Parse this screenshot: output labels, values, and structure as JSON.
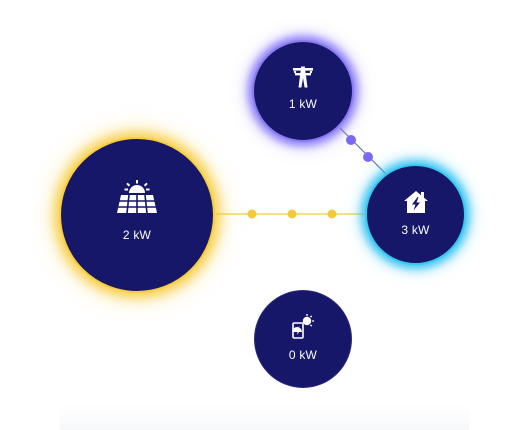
{
  "flow": {
    "solar": {
      "value": "2 kW",
      "icon": "solar-panel-icon",
      "color": "#f7cf3c"
    },
    "grid": {
      "value": "1 kW",
      "icon": "power-pylon-icon",
      "color": "#8a7cf0"
    },
    "home": {
      "value": "3 kW",
      "icon": "home-lightning-icon",
      "color": "#39c8ef"
    },
    "battery": {
      "value": "0 kW",
      "icon": "battery-sun-icon",
      "color": "#1a1a6e"
    },
    "node_color": "#17176a"
  }
}
